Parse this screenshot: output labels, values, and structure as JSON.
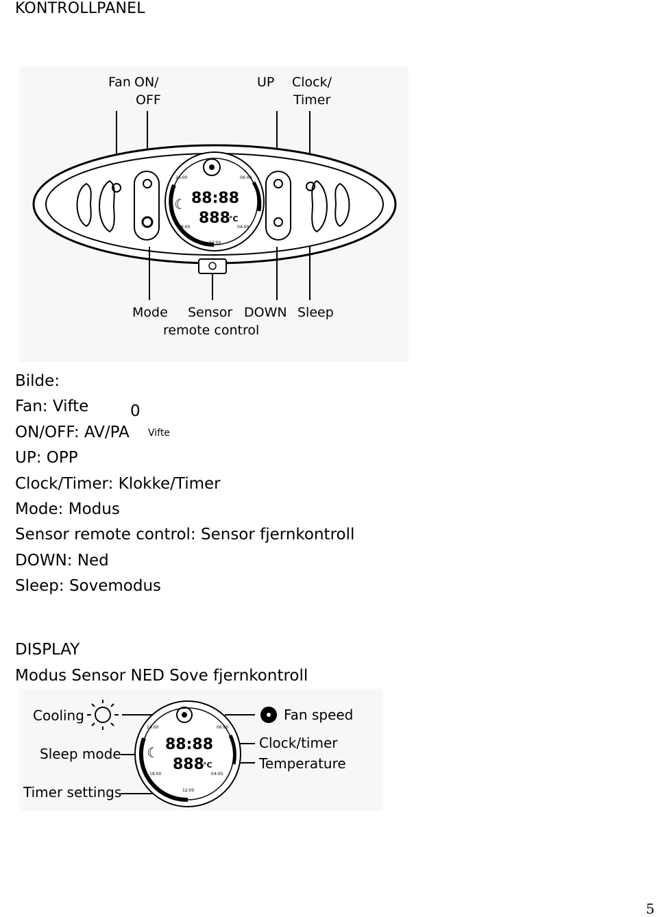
{
  "heading": "KONTROLLPANEL",
  "panel": {
    "callouts_top": [
      "Fan",
      "ON/",
      "OFF",
      "UP",
      "Clock/",
      "Timer"
    ],
    "callouts_bottom": [
      "Mode",
      "Sensor",
      "DOWN",
      "Sleep",
      "remote control"
    ],
    "display_time": "88:88",
    "display_temp": "888",
    "display_unit": "°C",
    "ring_labels": [
      "24:00",
      "06:00",
      "18:00",
      "04:00",
      "12:00"
    ]
  },
  "legend": {
    "title": "Bilde:",
    "items": [
      "Fan: Vifte",
      "ON/OFF: AV/PA",
      "UP: OPP",
      "Clock/Timer: Klokke/Timer",
      "Mode: Modus",
      "Sensor remote control: Sensor fjernkontroll",
      "DOWN: Ned",
      "Sleep: Sovemodus"
    ],
    "stray_zero": "0",
    "stray_vifte": "Vifte"
  },
  "display_section": {
    "heading": "DISPLAY",
    "subtitle": "Modus Sensor NED Sove fjernkontroll",
    "labels_left": [
      "Cooling",
      "Sleep mode",
      "Timer settings"
    ],
    "labels_right": [
      "Fan speed",
      "Clock/timer",
      "Temperature"
    ],
    "display_time": "88:88",
    "display_temp": "888",
    "display_unit": "°C",
    "ring_labels": [
      "24:00",
      "06:00",
      "18:00",
      "04:00",
      "12:00"
    ]
  },
  "page_number": "5"
}
